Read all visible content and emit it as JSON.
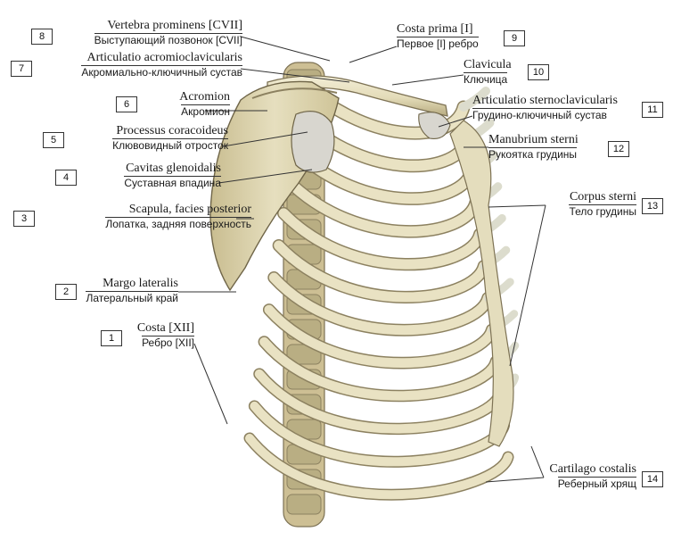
{
  "colors": {
    "bone": "#e9e2c3",
    "bone_shade": "#b9ae83",
    "bone_dark": "#8c8160",
    "cartilage": "#dcdccd",
    "line": "#333333"
  },
  "labels": [
    {
      "num": "8",
      "latin": "Vertebra prominens [CVII]",
      "russian": "Выступающий позвонок [CVII]"
    },
    {
      "num": "7",
      "latin": "Articulatio acromioclavicularis",
      "russian": "Акромиально-ключичный сустав"
    },
    {
      "num": "6",
      "latin": "Acromion",
      "russian": "Акромион"
    },
    {
      "num": "5",
      "latin": "Processus coracoideus",
      "russian": "Клювовидный отросток"
    },
    {
      "num": "4",
      "latin": "Cavitas glenoidalis",
      "russian": "Суставная впадина"
    },
    {
      "num": "3",
      "latin": "Scapula, facies posterior",
      "russian": "Лопатка, задняя поверхность"
    },
    {
      "num": "2",
      "latin": "Margo lateralis",
      "russian": "Латеральный край"
    },
    {
      "num": "1",
      "latin": "Costa [XII]",
      "russian": "Ребро [XII]"
    },
    {
      "num": "9",
      "latin": "Costa prima [I]",
      "russian": "Первое [I] ребро"
    },
    {
      "num": "10",
      "latin": "Clavicula",
      "russian": "Ключица"
    },
    {
      "num": "11",
      "latin": "Articulatio sternoclavicularis",
      "russian": "Грудино-ключичный сустав"
    },
    {
      "num": "12",
      "latin": "Manubrium sterni",
      "russian": "Рукоятка грудины"
    },
    {
      "num": "13",
      "latin": "Corpus sterni",
      "russian": "Тело грудины"
    },
    {
      "num": "14",
      "latin": "Cartilago costalis",
      "russian": "Реберный хрящ"
    }
  ]
}
